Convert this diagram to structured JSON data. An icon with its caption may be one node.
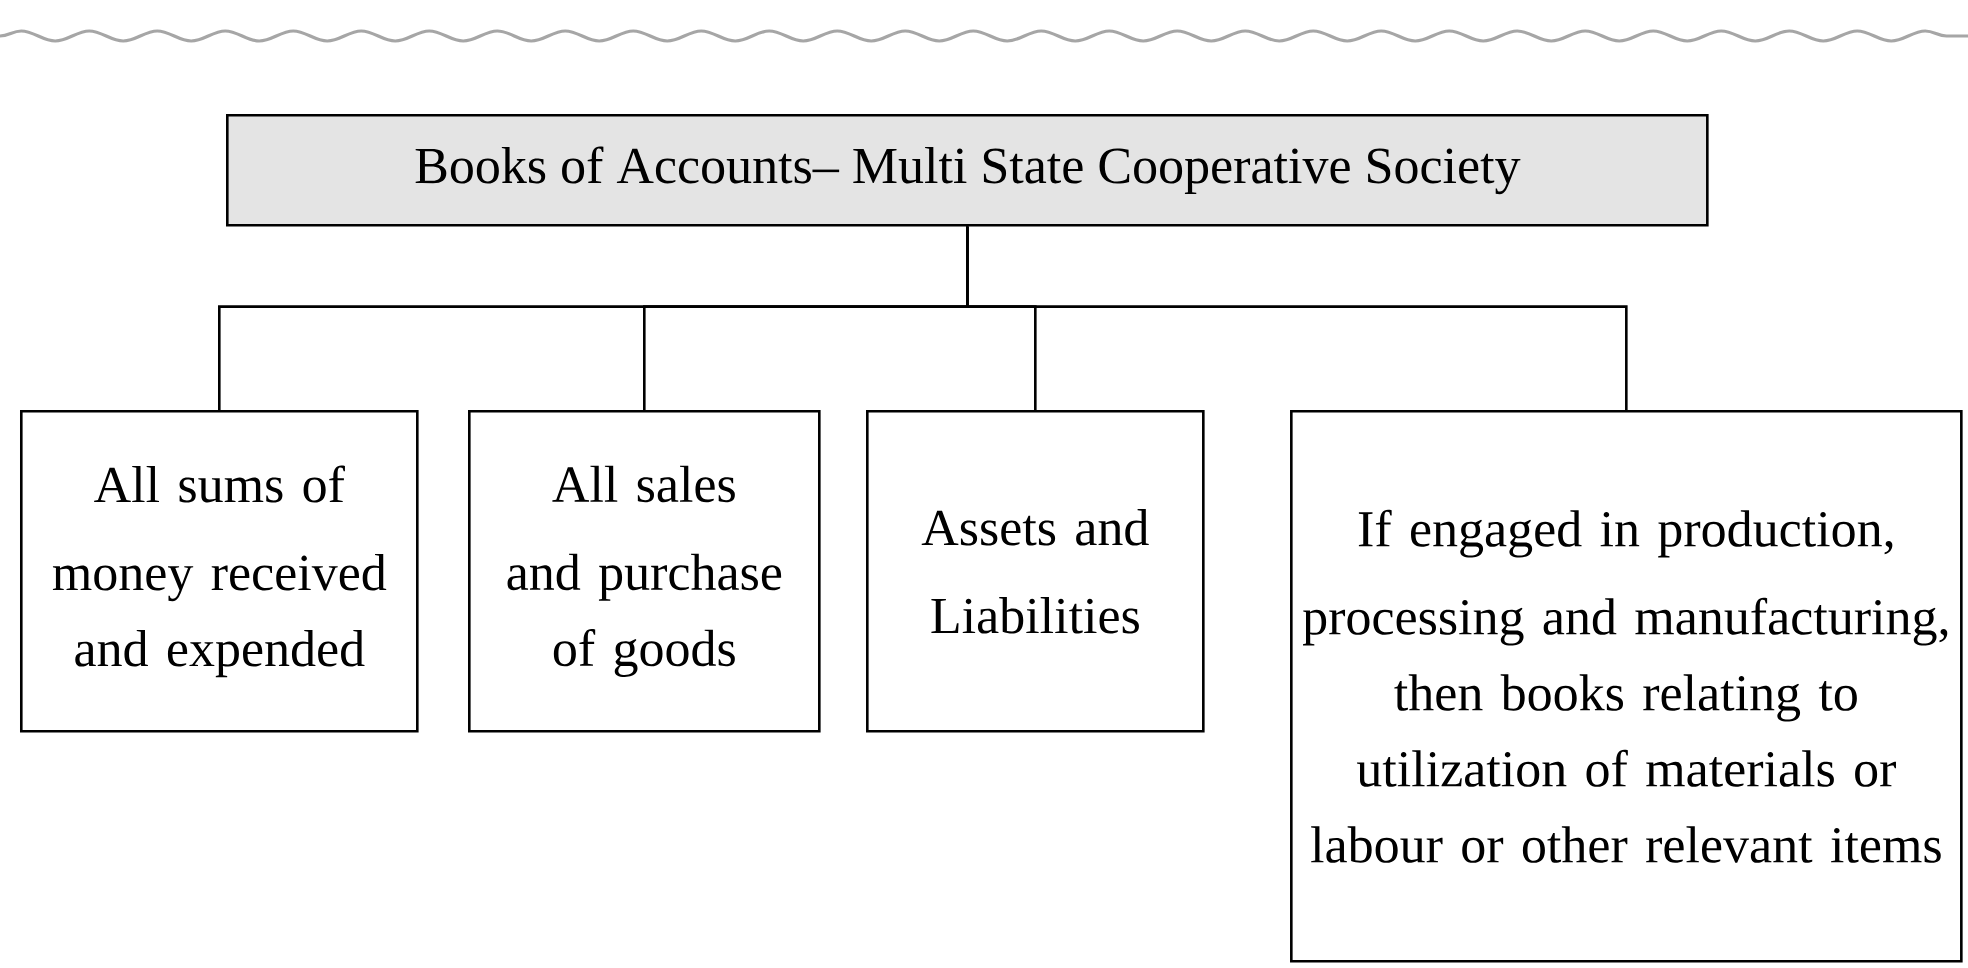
{
  "diagram": {
    "nodes": [
      {
        "text": [
          "Books of Accounts– Multi State Cooperative Society"
        ]
      },
      {
        "text": [
          "All sums of money received and expended"
        ]
      },
      {
        "text": [
          "All sales and purchase of goods"
        ]
      },
      {
        "text": [
          "Assets and Liabilities"
        ]
      },
      {
        "text": [
          "If engaged in production, processing and manufacturing, then books relating to utilization of materials or labour or other relevant items"
        ]
      }
    ],
    "edges": [
      {
        "from": 0,
        "to": 1,
        "arrow": "none"
      },
      {
        "from": 0,
        "to": 2,
        "arrow": "none"
      },
      {
        "from": 0,
        "to": 3,
        "arrow": "none"
      },
      {
        "from": 0,
        "to": 4,
        "arrow": "none"
      }
    ]
  }
}
